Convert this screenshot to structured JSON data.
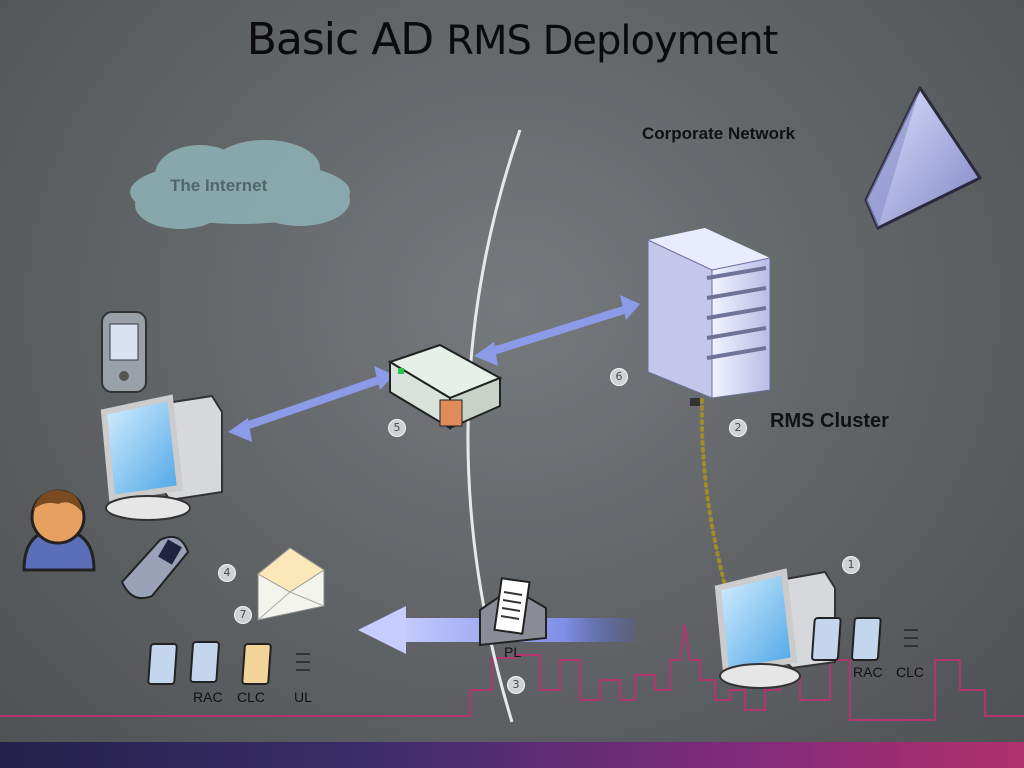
{
  "title": {
    "part1": "Basic AD",
    "part2": "RMS Deployment"
  },
  "labels": {
    "internet": "The Internet",
    "corporate": "Corporate Network",
    "cluster": "RMS Cluster"
  },
  "steps": [
    "1",
    "2",
    "3",
    "4",
    "5",
    "6",
    "7"
  ],
  "docs": {
    "client_left": [
      "RAC",
      "CLC",
      "UL"
    ],
    "pl": "PL",
    "client_right": [
      "RAC",
      "CLC"
    ]
  },
  "colors": {
    "accent_arrow": "#8c9be8",
    "pink_line": "#b2366e",
    "dotted_link": "#a08a2a"
  },
  "icons": [
    "cloud-icon",
    "server-icon",
    "router-icon",
    "desktop-computer-icon",
    "pda-icon",
    "user-icon",
    "mobile-phone-icon",
    "envelope-icon",
    "document-icon",
    "pyramid-icon"
  ]
}
